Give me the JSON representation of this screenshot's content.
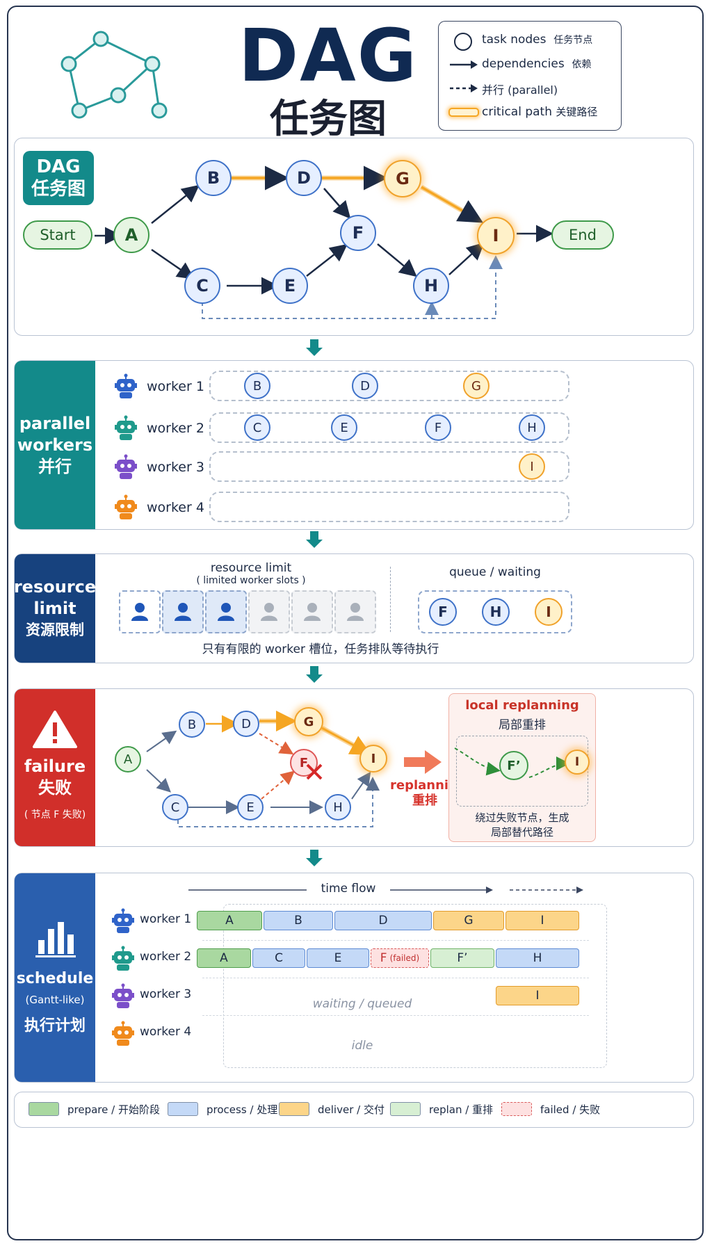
{
  "header": {
    "title": "DAG",
    "subtitle": "任务图",
    "legend": [
      {
        "icon": "circle-node-icon",
        "label": "task nodes",
        "zh": "任务节点"
      },
      {
        "icon": "solid-arrow-icon",
        "label": "dependencies",
        "zh": "依赖"
      },
      {
        "icon": "dashed-arrow-icon",
        "label": "并行 (parallel)",
        "zh": ""
      },
      {
        "icon": "critical-path-icon",
        "label": "critical path",
        "zh": "关键路径"
      }
    ]
  },
  "dag_section": {
    "label_en": "DAG",
    "label_zh": "任务图",
    "start": "Start",
    "end": "End",
    "nodes": {
      "A": "A",
      "B": "B",
      "C": "C",
      "D": "D",
      "E": "E",
      "F": "F",
      "G": "G",
      "H": "H",
      "I": "I"
    }
  },
  "parallel_section": {
    "label_en_1": "parallel",
    "label_en_2": "workers",
    "label_zh": "并行",
    "workers": [
      {
        "name": "worker 1",
        "color": "#2f63c9",
        "tasks": [
          "B",
          "D",
          "G"
        ]
      },
      {
        "name": "worker 2",
        "color": "#1f9a8c",
        "tasks": [
          "C",
          "E",
          "F",
          "H"
        ]
      },
      {
        "name": "worker 3",
        "color": "#7b4fc9",
        "tasks": [
          "I"
        ]
      },
      {
        "name": "worker 4",
        "color": "#f08a1c",
        "tasks": []
      }
    ]
  },
  "resource_section": {
    "label_en_1": "resource",
    "label_en_2": "limit",
    "label_zh": "资源限制",
    "slots_title": "resource limit",
    "slots_subtitle": "( limited worker slots )",
    "queue_title": "queue / waiting",
    "queue": [
      "F",
      "H",
      "I"
    ],
    "caption": "只有有限的 worker 槽位，任务排队等待执行"
  },
  "failure_section": {
    "label_en": "failure",
    "label_zh": "失败",
    "label_note": "( 节点 F 失败)",
    "replanning_en": "replanning",
    "replanning_zh": "重排",
    "local_title": "local replanning",
    "local_zh": "局部重排",
    "local_node": "F’",
    "local_end": "I",
    "local_caption_1": "绕过失败节点，生成",
    "local_caption_2": "局部替代路径"
  },
  "schedule_section": {
    "label_en": "schedule",
    "label_sub": "(Gantt-like)",
    "label_zh": "执行计划",
    "time_flow": "time flow",
    "workers": [
      "worker 1",
      "worker 2",
      "worker 3",
      "worker 4"
    ],
    "rows": [
      [
        {
          "t": "A",
          "k": "green"
        },
        {
          "t": "B",
          "k": "blue"
        },
        {
          "t": "D",
          "k": "blue"
        },
        {
          "t": "G",
          "k": "orange"
        },
        {
          "t": "I",
          "k": "orange"
        }
      ],
      [
        {
          "t": "A",
          "k": "green"
        },
        {
          "t": "C",
          "k": "blue"
        },
        {
          "t": "E",
          "k": "blue"
        },
        {
          "t": "F",
          "k": "fail",
          "note": "(failed)"
        },
        {
          "t": "F’",
          "k": "lgreen"
        },
        {
          "t": "H",
          "k": "blue"
        }
      ],
      [
        {
          "t": "I",
          "k": "orange"
        }
      ],
      []
    ],
    "waiting": "waiting / queued",
    "idle": "idle"
  },
  "footer_legend": [
    {
      "label": "prepare / 开始阶段",
      "color": "#a9d8a0"
    },
    {
      "label": "process / 处理",
      "color": "#c4d9f7"
    },
    {
      "label": "deliver / 交付",
      "color": "#fcd589"
    },
    {
      "label": "replan / 重排",
      "color": "#d7efd3"
    },
    {
      "label": "failed / 失败",
      "color": "#fde1e1"
    }
  ]
}
